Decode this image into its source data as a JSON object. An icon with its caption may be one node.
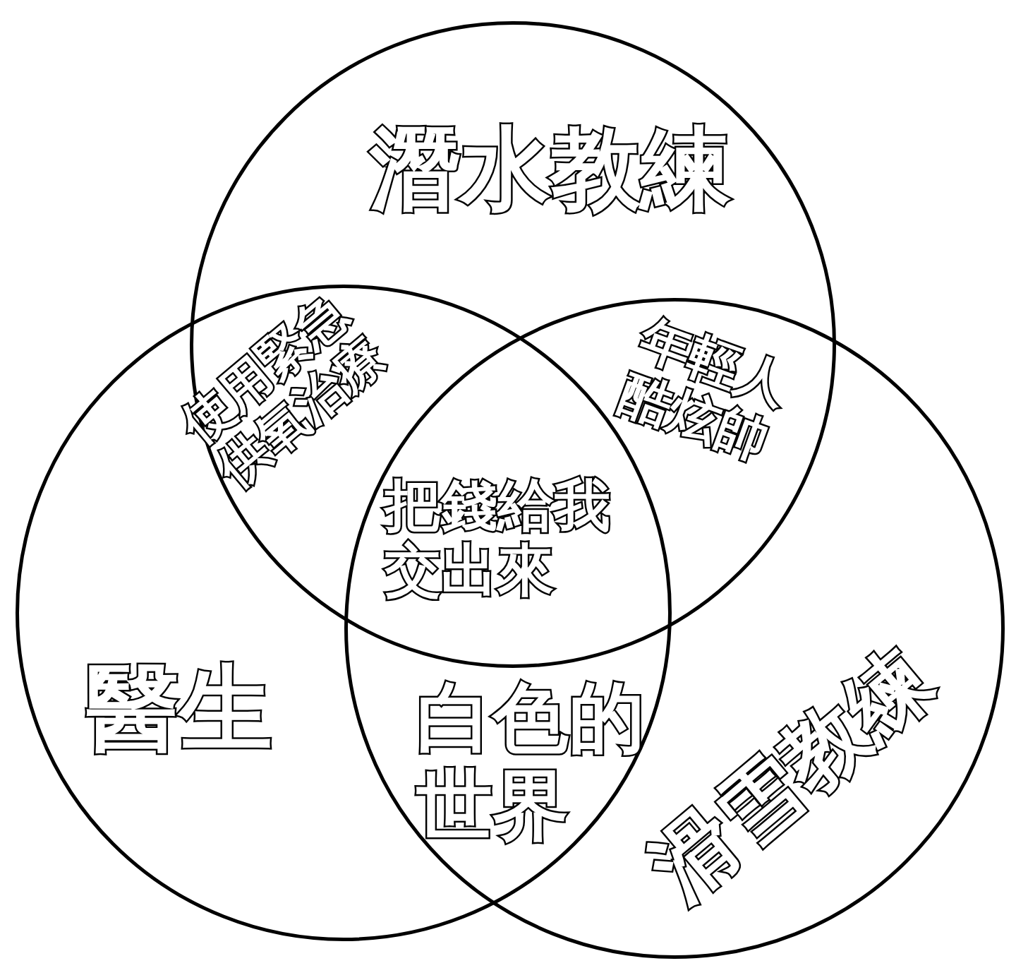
{
  "diagram": {
    "nodes": [
      {
        "text": [
          "潛水教練"
        ]
      },
      {
        "text": [
          "醫生"
        ]
      },
      {
        "text": [
          "滑雪教練"
        ]
      }
    ],
    "edges": [],
    "labels": [
      "使用緊急供氧治療",
      "年輕人酷炫帥",
      "把錢給我交出來",
      "白色的世界"
    ]
  }
}
